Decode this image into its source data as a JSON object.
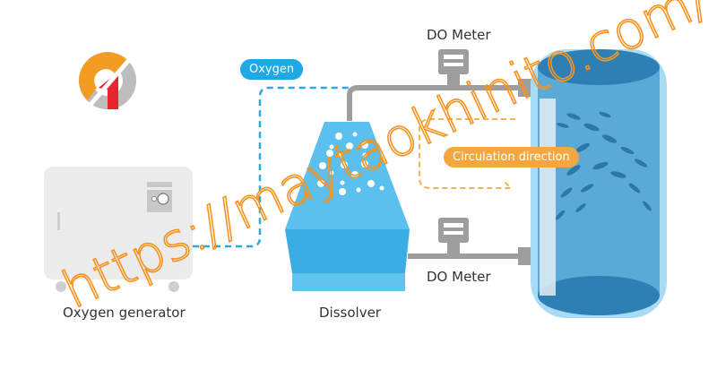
{
  "diagram": {
    "title": "Oxygen dissolving system for aquaculture tank",
    "nodes": {
      "oxygen_generator": {
        "label": "Oxygen generator"
      },
      "dissolver": {
        "label": "Dissolver"
      },
      "do_meter_top": {
        "label": "DO Meter"
      },
      "do_meter_bottom": {
        "label": "DO Meter"
      },
      "fish_tank": {
        "label": ""
      }
    },
    "tags": {
      "oxygen": {
        "label": "Oxygen",
        "color": "#1fa7e6"
      },
      "circulation": {
        "label": "Circulation direction",
        "color": "#f4a640"
      }
    },
    "colors": {
      "pipe": "#9e9e9e",
      "oxygen_line": "#29a9e0",
      "circulation_line": "#f2b24c",
      "dissolver_light": "#5bc0ee",
      "dissolver_dark": "#3aaee4",
      "tank_water": "#4a9dcc",
      "generator_body": "#ececec",
      "logo_orange": "#f39c24",
      "logo_gray": "#bdbdbd",
      "logo_red": "#e8252f"
    },
    "watermark": {
      "text": "https://maytaokhinito.com/",
      "color": "#f7931e"
    }
  }
}
